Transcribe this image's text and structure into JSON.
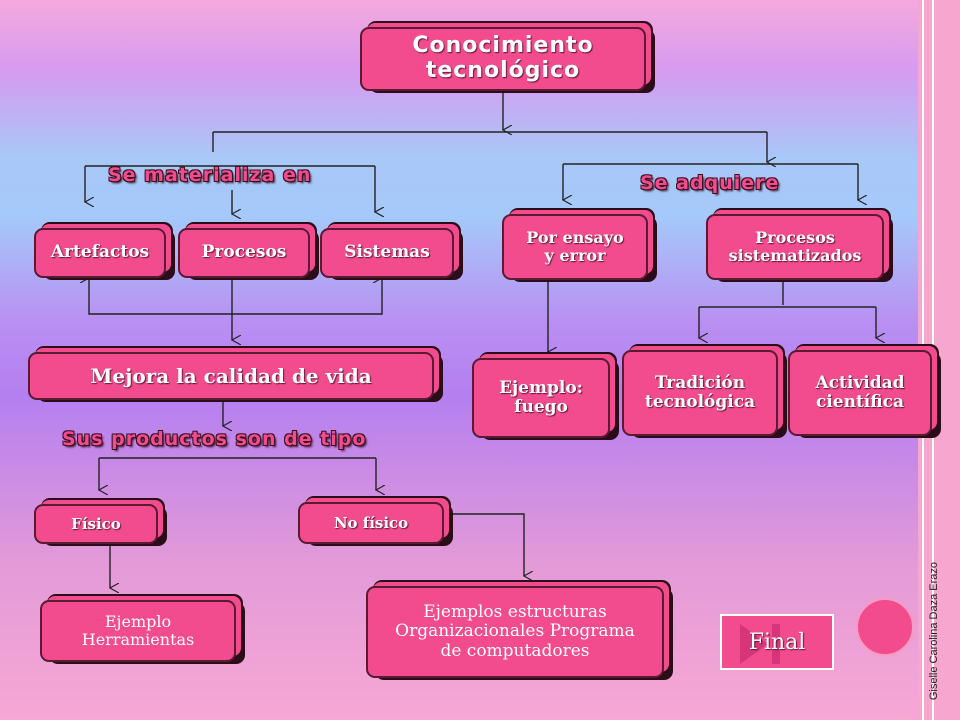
{
  "diagram": {
    "root": "Conocimiento\ntecnológico",
    "branch_left_label": "Se materializa en",
    "branch_right_label": "Se adquiere",
    "artefactos": "Artefactos",
    "procesos": "Procesos",
    "sistemas": "Sistemas",
    "ensayo": "Por ensayo\ny error",
    "procesos_sist": "Procesos\nsistematizados",
    "mejora": "Mejora la calidad de vida",
    "ejemplo_fuego": "Ejemplo:\nfuego",
    "tradicion": "Tradición\ntecnológica",
    "actividad": "Actividad\ncientífica",
    "productos_label": "Sus productos son de tipo",
    "fisico": "Físico",
    "no_fisico": "No físico",
    "ejemplo_herr": "Ejemplo\nHerramientas",
    "ejemplos_estr": "Ejemplos estructuras\nOrganizacionales Programa\nde computadores"
  },
  "nav": {
    "final_label": "Final"
  },
  "footer": {
    "credit": "Giselle Carolina Daza Erazo"
  },
  "colors": {
    "box": "#f24b8e",
    "connector": "#222222"
  }
}
